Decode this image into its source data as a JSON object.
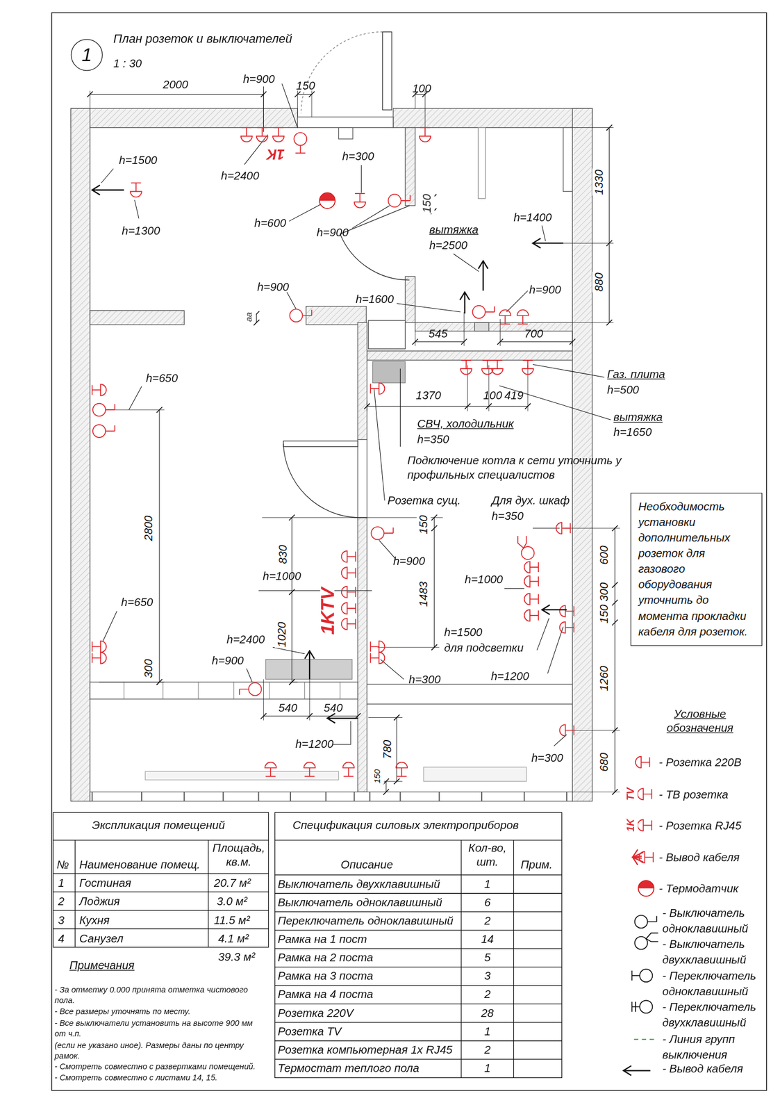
{
  "diagram": {
    "title": "План розеток и выключателей",
    "nodes": [
      {
        "text": [
          "1"
        ]
      },
      {
        "text": [
          "Необходимость установки дополнительных розеток для газового оборудования уточнить до момента прокладки кабеля для розеток."
        ]
      }
    ],
    "labels": [
      "1 : 30",
      "2000",
      "h=900",
      "150",
      "100",
      "h=1500",
      "h=2400",
      "1K",
      "h=300",
      "h=1300",
      "h=600",
      "h=900",
      "150",
      "1330",
      "вытяжка",
      "h=2500",
      "h=1400",
      "880",
      "h=900",
      "аа",
      "h=1600",
      "h=900",
      "545",
      "700",
      "Газ. плита",
      "h=500",
      "вытяжка",
      "h=1650",
      "1370",
      "100",
      "419",
      "h=650",
      "СВЧ, холодильник",
      "h=350",
      "Подключение котла к сети уточнить у профильных специалистов",
      "2800",
      "Розетка сущ.",
      "Для дух. шкаф",
      "h=350",
      "830",
      "150",
      "h=900",
      "h=1000",
      "1483",
      "h=1000",
      "600",
      "300",
      "150",
      "1KTV",
      "h=650",
      "1020",
      "h=1500",
      "для подсветки",
      "h=2400",
      "h=900",
      "300",
      "h=1200",
      "1260",
      "h=300",
      "540",
      "540",
      "h=1200",
      "780",
      "150",
      "h=300",
      "680",
      "Условные обозначения",
      "TV",
      "1K",
      "Экспликация помещений",
      "№",
      "Наименование помещ.",
      "Площадь, кв.м.",
      "1",
      "Гостиная",
      "20.7 м²",
      "2",
      "Лоджия",
      "3.0 м²",
      "3",
      "Кухня",
      "11.5 м²",
      "4",
      "Санузел",
      "4.1 м²",
      "39.3 м²",
      "Примечания",
      "- За отметку 0.000 принята отметка чистового пола.",
      "- Все размеры уточнять по месту.",
      "- Все выключатели установить на высоте 900 мм от ч.п.",
      "(если не указано иное). Размеры даны по центру рамок.",
      "- Смотреть совместно с развертками помещений.",
      "- Смотреть совместно с листами 14, 15.",
      "Спецификация силовых электроприборов",
      "Описание",
      "Кол-во, шт.",
      "Прим.",
      "Выключатель двухклавишный",
      "1",
      "Выключатель одноклавишный",
      "6",
      "Переключатель одноклавишный",
      "2",
      "Рамка на 1 пост",
      "14",
      "Рамка на 2 поста",
      "5",
      "Рамка на 3 поста",
      "3",
      "Рамка на 4 поста",
      "2",
      "Розетка 220V",
      "28",
      "Розетка TV",
      "1",
      "Розетка компьютерная 1x RJ45",
      "2",
      "Термостат теплого пола",
      "1"
    ],
    "legend": [
      {
        "text": "- Розетка 220В"
      },
      {
        "text": "- ТВ розетка"
      },
      {
        "text": "- Розетка RJ45"
      },
      {
        "text": "- Вывод кабеля"
      },
      {
        "text": "- Термодатчик"
      },
      {
        "text": "- Выключатель одноклавишный"
      },
      {
        "text": "- Выключатель двухклавишный"
      },
      {
        "text": "- Переключатель одноклавишный"
      },
      {
        "text": "- Переключатель двухклавишный"
      },
      {
        "text": "- Линия групп выключения"
      },
      {
        "text": "- Вывод кабеля"
      }
    ]
  }
}
